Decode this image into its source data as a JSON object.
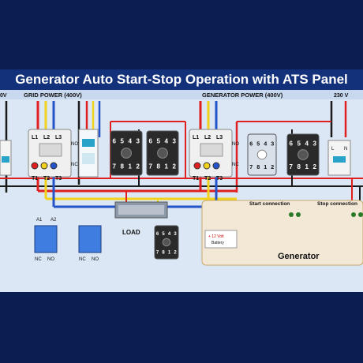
{
  "title": "Generator Auto Start-Stop Operation with ATS Panel",
  "labels": {
    "grid_power": "GRID POWER (400V)",
    "generator_power": "GENERATOR POWER (400V)",
    "v230": "230 V",
    "v0": "0V",
    "load": "LOAD",
    "start_connection": "Start  connection",
    "stop_connection": "Stop  connection",
    "battery": "+ 12 Volt Battery",
    "generator": "Generator",
    "A1": "A1",
    "A2": "A2",
    "NC": "NC",
    "NO": "NO",
    "L": "L",
    "N": "N",
    "L1": "L1",
    "L2": "L2",
    "L3": "L3",
    "T1": "T1",
    "T2": "T2",
    "T3": "T3"
  },
  "relay_top": [
    "6",
    "5",
    "4",
    "3"
  ],
  "relay_bottom": [
    "7",
    "8",
    "1",
    "2"
  ],
  "colors": {
    "band": "#0a1e52",
    "title_bar": "#13307a",
    "panel": "#dbe7f5",
    "red": "#e02020",
    "yellow": "#f2d21b",
    "blue": "#2553c9",
    "black": "#1a1a1a",
    "relay_body": "#2a2a2a"
  }
}
